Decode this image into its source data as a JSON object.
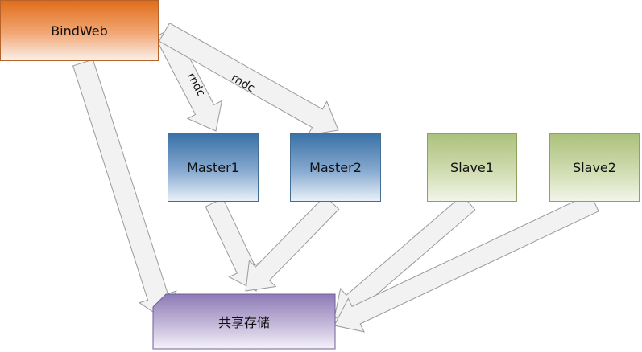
{
  "nodes": {
    "bindweb": "BindWeb",
    "master1": "Master1",
    "master2": "Master2",
    "slave1": "Slave1",
    "slave2": "Slave2",
    "storage": "共享存储"
  },
  "edges": [
    {
      "from": "BindWeb",
      "to": "Master1",
      "label": "rndc"
    },
    {
      "from": "BindWeb",
      "to": "Master2",
      "label": "rndc"
    },
    {
      "from": "BindWeb",
      "to": "共享存储",
      "label": ""
    },
    {
      "from": "Master1",
      "to": "共享存储",
      "label": ""
    },
    {
      "from": "Master2",
      "to": "共享存储",
      "label": ""
    },
    {
      "from": "Slave1",
      "to": "共享存储",
      "label": ""
    },
    {
      "from": "Slave2",
      "to": "共享存储",
      "label": ""
    }
  ],
  "colors": {
    "bindweb": "#e06d1a",
    "master": "#3b72a8",
    "slave": "#acc17c",
    "storage": "#8d7cb6",
    "arrow_fill": "#f2f2f2",
    "arrow_stroke": "#9a9a9a"
  }
}
